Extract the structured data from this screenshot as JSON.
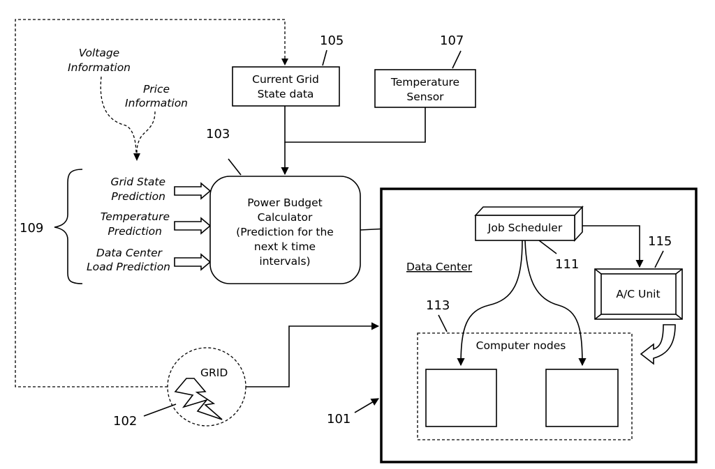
{
  "labels": {
    "voltage_line1": "Voltage",
    "voltage_line2": "Information",
    "price_line1": "Price",
    "price_line2": "Information",
    "grid_state_line1": "Grid State",
    "grid_state_line2": "Prediction",
    "temperature_line1": "Temperature",
    "temperature_line2": "Prediction",
    "load_line1": "Data Center",
    "load_line2": "Load Prediction",
    "current_grid_line1": "Current Grid",
    "current_grid_line2": "State data",
    "temp_sensor_line1": "Temperature",
    "temp_sensor_line2": "Sensor",
    "power_budget_line1": "Power Budget",
    "power_budget_line2": "Calculator",
    "power_budget_line3": "(Prediction for the",
    "power_budget_line4": "next k time",
    "power_budget_line5": "intervals)",
    "job_scheduler": "Job Scheduler",
    "ac_unit": "A/C Unit",
    "data_center": "Data Center",
    "computer_nodes": "Computer nodes",
    "grid": "GRID"
  },
  "refs": {
    "r101": "101",
    "r102": "102",
    "r103": "103",
    "r105": "105",
    "r107": "107",
    "r109": "109",
    "r111": "111",
    "r113": "113",
    "r115": "115"
  }
}
